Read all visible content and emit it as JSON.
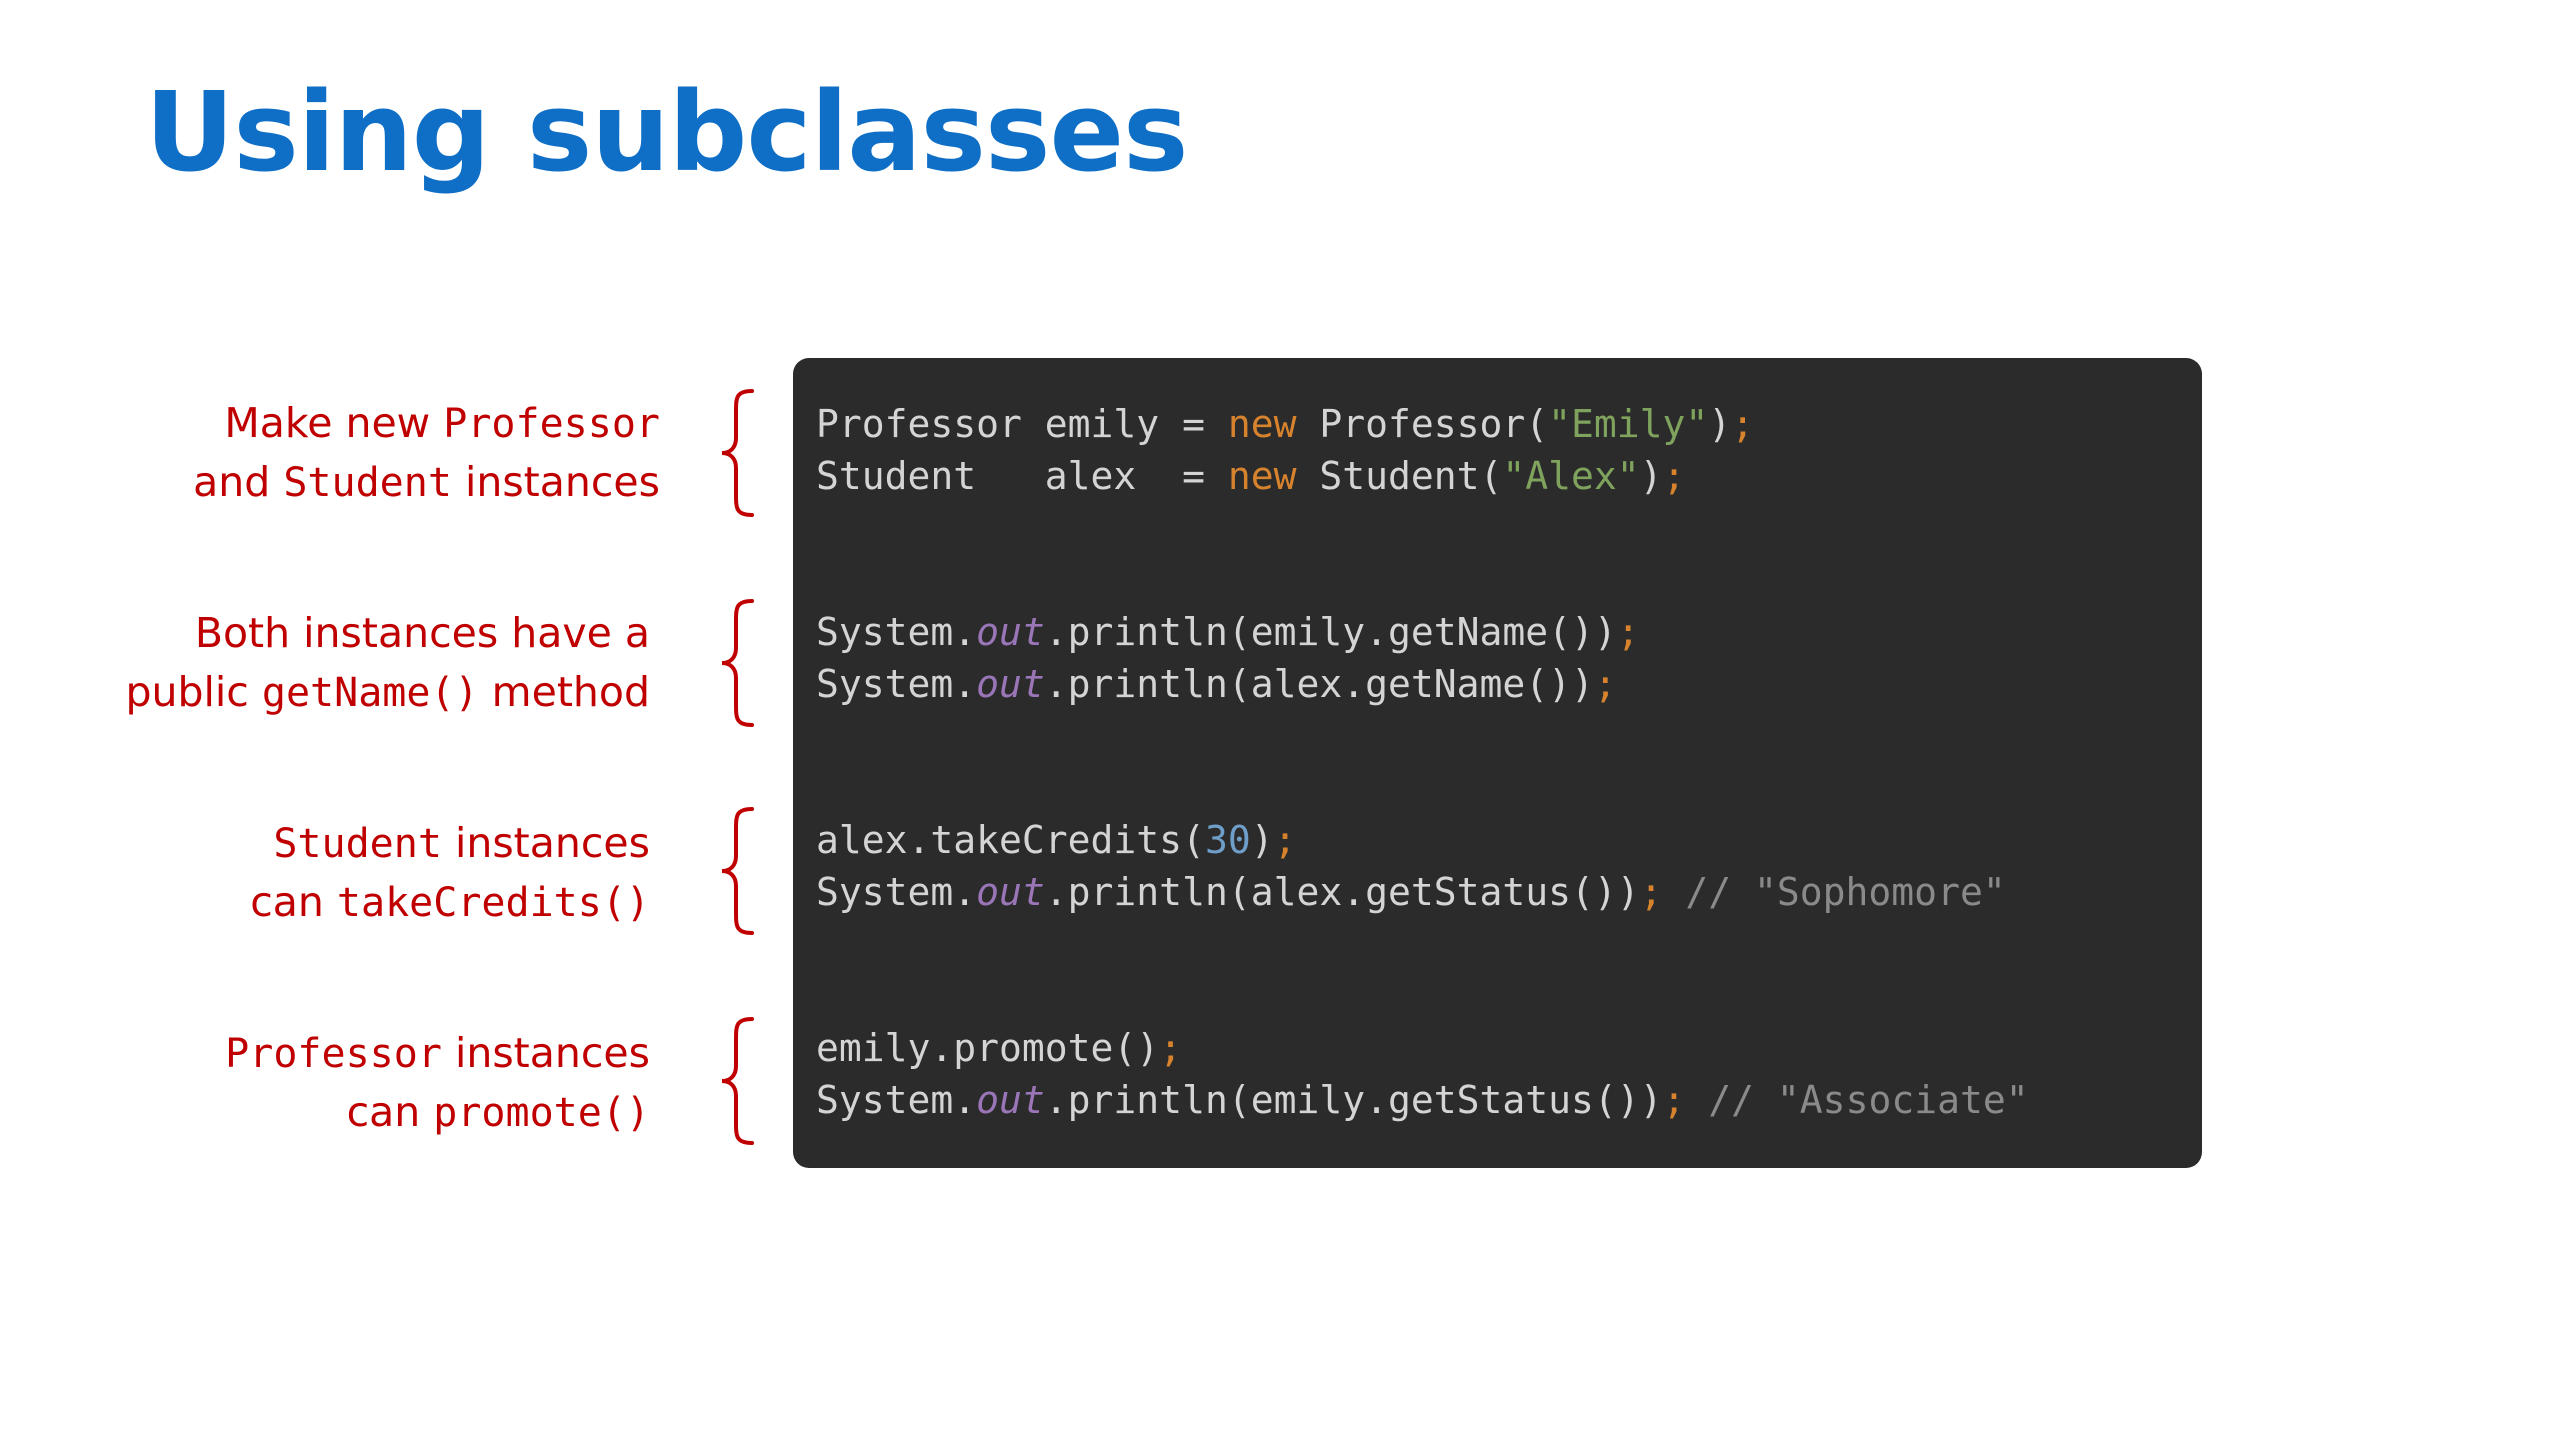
{
  "slide": {
    "title": "Using subclasses"
  },
  "annotations": [
    {
      "line1": [
        "Make new ",
        "Professor",
        ""
      ],
      "line2": [
        "and ",
        "Student",
        " instances"
      ]
    },
    {
      "line1": [
        "Both instances have a",
        "",
        ""
      ],
      "line2": [
        "public ",
        "getName()",
        " method"
      ]
    },
    {
      "line1": [
        "",
        "Student",
        " instances"
      ],
      "line2": [
        "can ",
        "takeCredits()",
        ""
      ]
    },
    {
      "line1": [
        "",
        "Professor",
        " instances"
      ],
      "line2": [
        "can ",
        "promote()",
        ""
      ]
    }
  ],
  "code": {
    "block1": {
      "l1": {
        "type": "Professor",
        "var": "emily",
        "assign": " = ",
        "new_kw": "new",
        "ctor": "Professor(",
        "arg": "\"Emily\"",
        "close": ")",
        "semi": ";"
      },
      "l2": {
        "type": "Student",
        "var": "alex",
        "assign": "  = ",
        "new_kw": "new",
        "ctor": "Student(",
        "arg": "\"Alex\"",
        "close": ")",
        "semi": ";"
      }
    },
    "block2": {
      "l1": {
        "system": "System.",
        "out": "out",
        "rest": ".println(emily.getName())",
        "semi": ";"
      },
      "l2": {
        "system": "System.",
        "out": "out",
        "rest": ".println(alex.getName())",
        "semi": ";"
      }
    },
    "block3": {
      "l1": {
        "call": "alex.takeCredits(",
        "num": "30",
        "close": ")",
        "semi": ";"
      },
      "l2": {
        "system": "System.",
        "out": "out",
        "rest": ".println(alex.getStatus())",
        "semi": ";",
        "comment": "// \"Sophomore\""
      }
    },
    "block4": {
      "l1": {
        "call": "emily.promote()",
        "semi": ";"
      },
      "l2": {
        "system": "System.",
        "out": "out",
        "rest": ".println(emily.getStatus())",
        "semi": ";",
        "comment": "// \"Associate\""
      }
    }
  },
  "colors": {
    "title": "#0f6fc6",
    "annotation": "#c00000",
    "code_background": "#2b2b2b",
    "code_text": "#d4d4d4",
    "keyword": "#d7832e",
    "string": "#7fa35d",
    "field": "#9a76b8",
    "number": "#6f9ec8",
    "comment": "#8a8a8a"
  }
}
